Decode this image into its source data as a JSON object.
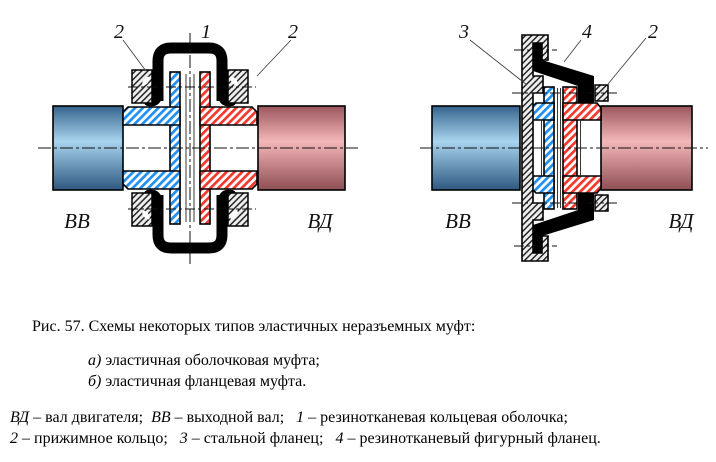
{
  "figure": {
    "colors": {
      "blue_hatch": "#1f8ff2",
      "red_hatch": "#f2382c",
      "gray_bg": "#ededed",
      "gray_line": "#1b1b1b",
      "rubber": "#000000",
      "blue_shaft_dark": "#35638d",
      "blue_shaft_light": "#a9d4ef",
      "blue_shaft_dark2": "#2e5880",
      "red_shaft_dark": "#9a555c",
      "red_shaft_light": "#f3b7b9",
      "red_shaft_dark2": "#8e4e55"
    },
    "diagram_a": {
      "label_shell": "1",
      "label_ring_left": "2",
      "label_ring_right": "2",
      "shaft_left": "ВВ",
      "shaft_right": "ВД"
    },
    "diagram_b": {
      "label_steel_flange": "3",
      "label_figured_flange": "4",
      "label_clamp_ring": "2",
      "shaft_left": "ВВ",
      "shaft_right": "ВД"
    }
  },
  "caption": {
    "title": "Рис. 57. Схемы некоторых типов эластичных неразъемных муфт:",
    "items": [
      {
        "marker": "а)",
        "text": " эластичная оболочковая муфта;"
      },
      {
        "marker": "б)",
        "text": " эластичная фланцевая муфта."
      }
    ]
  },
  "legend": {
    "line1": [
      {
        "term": "ВД",
        "desc": " – вал двигателя;  "
      },
      {
        "term": "ВВ",
        "desc": " – выходной вал;   "
      },
      {
        "term": "1",
        "desc": " – резинотканевая кольцевая оболочка;"
      }
    ],
    "line2": [
      {
        "term": "2",
        "desc": " – прижимное кольцо;   "
      },
      {
        "term": "3",
        "desc": " – стальной фланец;   "
      },
      {
        "term": "4",
        "desc": " – резинотканевый фигурный фланец."
      }
    ]
  }
}
